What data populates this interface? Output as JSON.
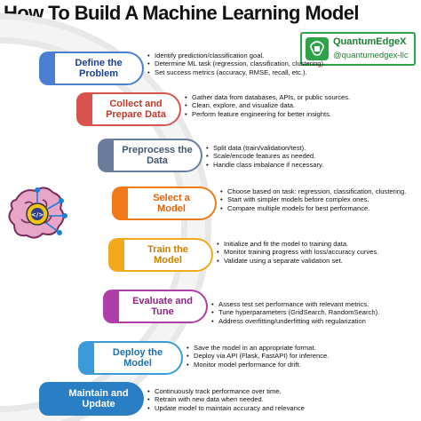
{
  "title": "How To Build A Machine Learning Model",
  "brand": {
    "name": "QuantumEdgeX",
    "handle": "@quantumedgex-llc",
    "color": "#2fa34a",
    "logo_icon": "brain-chip-logo-icon"
  },
  "center_icon": "brain-chip-icon",
  "steps": [
    {
      "label": "Define the\nProblem",
      "color": "#4a7fd4",
      "pill_bg": "#ffffff",
      "text_color": "#1d3f8f",
      "bullets": [
        "Identify prediction/classification goal.",
        "Determine ML task (regression, classification, clustering).",
        "Set success metrics (accuracy, RMSE, recall, etc.)."
      ]
    },
    {
      "label": "Collect and\nPrepare Data",
      "color": "#d9534f",
      "pill_bg": "#ffffff",
      "text_color": "#c0392b",
      "bullets": [
        "Gather data from databases, APIs, or public sources.",
        "Clean, explore, and visualize data.",
        "Perform feature engineering for better insights."
      ]
    },
    {
      "label": "Preprocess the\nData",
      "color": "#6b7d9c",
      "pill_bg": "#ffffff",
      "text_color": "#44566f",
      "bullets": [
        "Split data (train/validation/test).",
        "Scale/encode features as needed.",
        "Handle class imbalance if necessary."
      ]
    },
    {
      "label": "Select a\nModel",
      "color": "#f07a1a",
      "pill_bg": "#ffffff",
      "text_color": "#e2620a",
      "bullets": [
        "Choose based on task: regression, classification, clustering.",
        "Start with simpler models before complex ones.",
        "Compare multiple models for best performance."
      ]
    },
    {
      "label": "Train the\nModel",
      "color": "#f3a91c",
      "pill_bg": "#ffffff",
      "text_color": "#c77f00",
      "bullets": [
        "Initialize and fit the model to training data.",
        "Monitor training progress with loss/accuracy curves.",
        "Validate using a separate validation set."
      ]
    },
    {
      "label": "Evaluate and\nTune",
      "color": "#b03ea8",
      "pill_bg": "#ffffff",
      "text_color": "#8e2388",
      "bullets": [
        "Assess test set performance with relevant metrics.",
        "Tune hyperparameters (GridSearch, RandomSearch).",
        "Address overfitting/underfitting with regularization"
      ]
    },
    {
      "label": "Deploy the\nModel",
      "color": "#3a9bd8",
      "pill_bg": "#ffffff",
      "text_color": "#1f6fa8",
      "bullets": [
        "Save the model in an appropriate format.",
        "Deploy via API (Flask, FastAPI) for inference.",
        "Monitor model performance for drift."
      ]
    },
    {
      "label": "Maintain and\nUpdate",
      "color": "#2a7fc4",
      "pill_bg": "#2a7fc4",
      "text_color": "#ffffff",
      "bullets": [
        "Continuously track performance over time.",
        "Retrain with new data when needed.",
        "Update model to maintain accuracy and relevance"
      ]
    }
  ]
}
